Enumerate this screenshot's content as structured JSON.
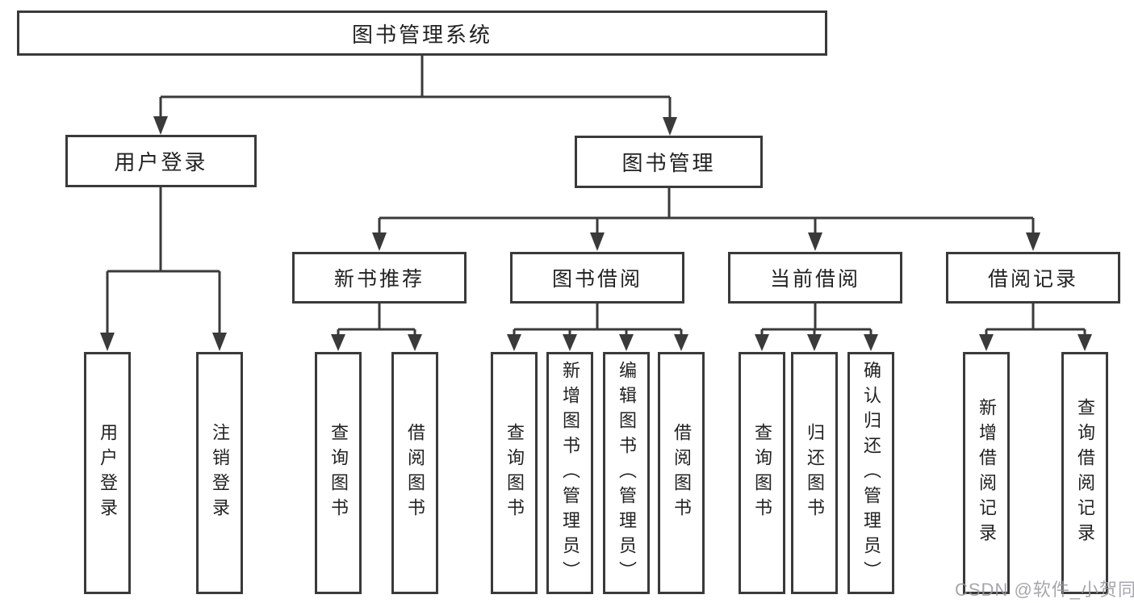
{
  "title": "图书管理系统",
  "branches": {
    "user_login": {
      "label": "用户登录",
      "children": [
        "用户登录",
        "注销登录"
      ]
    },
    "book_manage": {
      "label": "图书管理",
      "sections": [
        {
          "label": "新书推荐",
          "children": [
            "查询图书",
            "借阅图书"
          ]
        },
        {
          "label": "图书借阅",
          "children": [
            "查询图书",
            "新增图书（管理员）",
            "编辑图书（管理员）",
            "借阅图书"
          ]
        },
        {
          "label": "当前借阅",
          "children": [
            "查询图书",
            "归还图书",
            "确认归还（管理员）"
          ]
        },
        {
          "label": "借阅记录",
          "children": [
            "新增借阅记录",
            "查询借阅记录"
          ]
        }
      ]
    }
  },
  "watermark": "CSDN @软件_小贺同学",
  "colors": {
    "line": "#3a3a3a",
    "text": "#222222",
    "background": "#ffffff",
    "watermark": "#96989e"
  }
}
